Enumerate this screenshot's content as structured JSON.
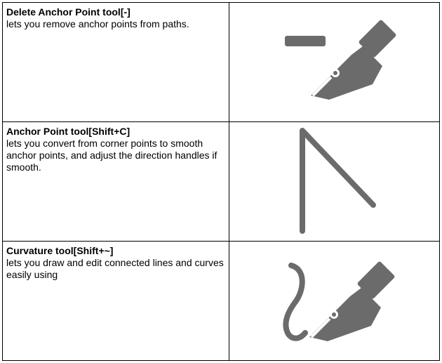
{
  "fragment_text": "",
  "tools": [
    {
      "name": "Delete Anchor Point tool[-]",
      "description": "lets you remove anchor points from paths.",
      "icon": "delete-anchor-point-icon"
    },
    {
      "name": "Anchor Point tool[Shift+C]",
      "description": "lets you convert from corner points to smooth anchor points, and adjust the direction handles if smooth.",
      "icon": "anchor-point-icon"
    },
    {
      "name": "Curvature tool[Shift+~]",
      "description": "lets you draw and edit connected lines and curves easily using",
      "icon": "curvature-icon"
    }
  ],
  "colors": {
    "icon": "#6b6b6b",
    "border": "#000000",
    "text": "#000000"
  }
}
